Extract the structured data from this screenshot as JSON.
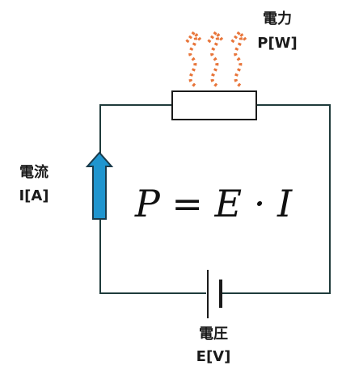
{
  "labels": {
    "power": {
      "line1": "電力",
      "line2": "P[W]"
    },
    "current": {
      "line1": "電流",
      "line2": "I[A]"
    },
    "voltage": {
      "line1": "電圧",
      "line2": "E[V]"
    }
  },
  "formula": "P = E · I",
  "colors": {
    "wire": "#1f3b3b",
    "current_arrow_fill": "#1f95cf",
    "current_arrow_stroke": "#1a3a4a",
    "heat_arrows": "#e8753a"
  },
  "icons": [
    "resistor",
    "battery",
    "current-arrow",
    "heat-arrow"
  ]
}
